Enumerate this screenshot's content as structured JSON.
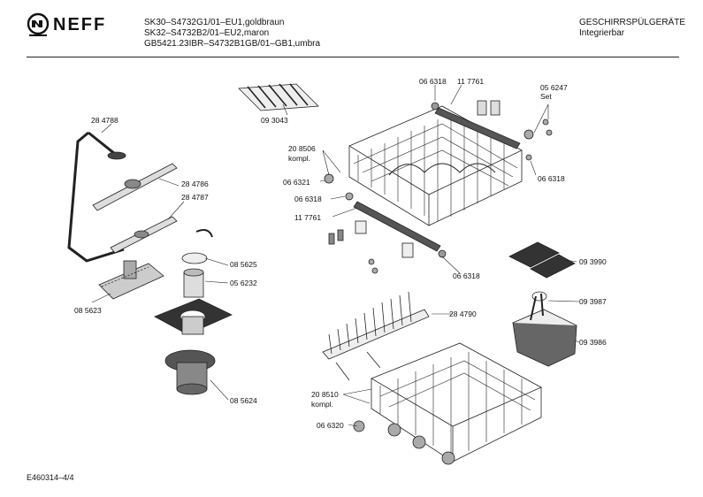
{
  "header": {
    "brand": "NEFF",
    "models": [
      "SK30–S4732G1/01–EU1,goldbraun",
      "SK32–S4732B2/01–EU2,maron",
      "GB5421.23IBR–S4732B1GB/01–GB1,umbra"
    ],
    "category": "GESCHIRRSPÜLGERÄTE",
    "subcategory": "Integrierbar"
  },
  "part_labels": {
    "p284788": "28 4788",
    "p284786": "28 4786",
    "p284787": "28 4787",
    "p085625": "08 5625",
    "p056232": "05 6232",
    "p085623": "08 5623",
    "p085624": "08 5624",
    "p093043": "09 3043",
    "p066318_top": "06 6318",
    "p117761_top": "11 7761",
    "p056247": "05 6247",
    "set": "Set",
    "p208506": "20 8506",
    "kompl_upper": "kompl.",
    "p066321": "06 6321",
    "p066318_mid": "06 6318",
    "p117761_mid": "11 7761",
    "p066318_right": "06 6318",
    "p066318_bottom": "06 6318",
    "p093990": "09 3990",
    "p284790": "28 4790",
    "p093987": "09 3987",
    "p093986": "09 3986",
    "p208510": "20 8510",
    "kompl_lower": "kompl.",
    "p066320": "06 6320"
  },
  "footer": {
    "doc_id": "E460314–4/4"
  }
}
